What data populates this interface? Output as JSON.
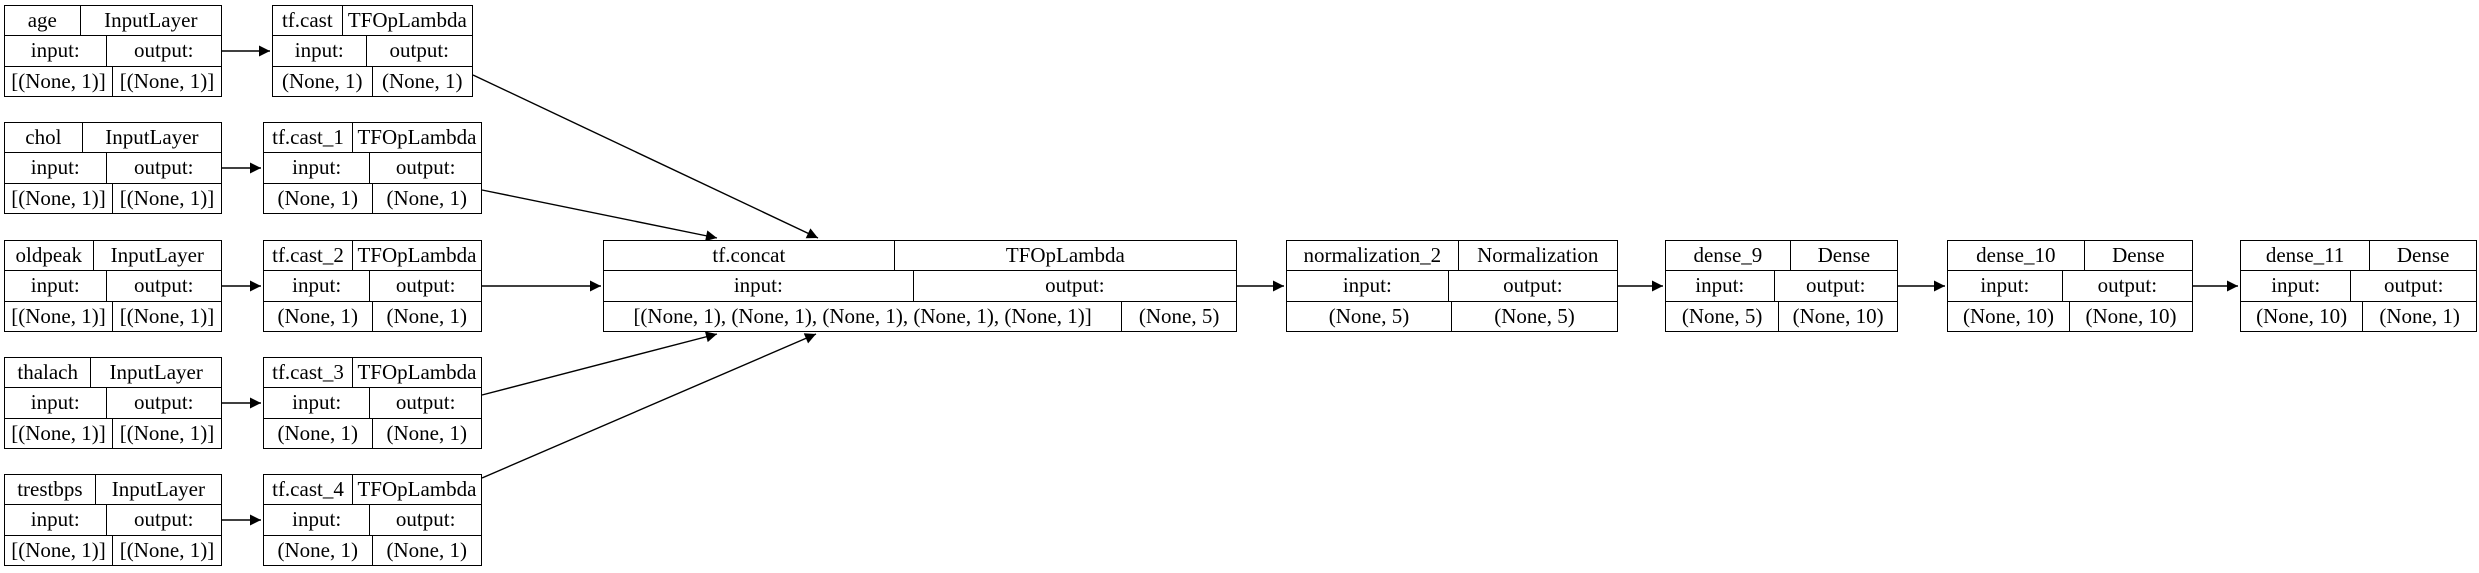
{
  "diagram": {
    "kind": "keras-model-plot",
    "colors": {
      "background": "#ffffff",
      "border": "#000000",
      "text": "#000000"
    },
    "nodes": [
      {
        "id": "age",
        "name": "age",
        "type": "InputLayer",
        "input_label": "input:",
        "output_label": "output:",
        "input_shape": "[(None, 1)]",
        "output_shape": "[(None, 1)]"
      },
      {
        "id": "tf.cast",
        "name": "tf.cast",
        "type": "TFOpLambda",
        "input_label": "input:",
        "output_label": "output:",
        "input_shape": "(None, 1)",
        "output_shape": "(None, 1)"
      },
      {
        "id": "chol",
        "name": "chol",
        "type": "InputLayer",
        "input_label": "input:",
        "output_label": "output:",
        "input_shape": "[(None, 1)]",
        "output_shape": "[(None, 1)]"
      },
      {
        "id": "tf.cast_1",
        "name": "tf.cast_1",
        "type": "TFOpLambda",
        "input_label": "input:",
        "output_label": "output:",
        "input_shape": "(None, 1)",
        "output_shape": "(None, 1)"
      },
      {
        "id": "oldpeak",
        "name": "oldpeak",
        "type": "InputLayer",
        "input_label": "input:",
        "output_label": "output:",
        "input_shape": "[(None, 1)]",
        "output_shape": "[(None, 1)]"
      },
      {
        "id": "tf.cast_2",
        "name": "tf.cast_2",
        "type": "TFOpLambda",
        "input_label": "input:",
        "output_label": "output:",
        "input_shape": "(None, 1)",
        "output_shape": "(None, 1)"
      },
      {
        "id": "thalach",
        "name": "thalach",
        "type": "InputLayer",
        "input_label": "input:",
        "output_label": "output:",
        "input_shape": "[(None, 1)]",
        "output_shape": "[(None, 1)]"
      },
      {
        "id": "tf.cast_3",
        "name": "tf.cast_3",
        "type": "TFOpLambda",
        "input_label": "input:",
        "output_label": "output:",
        "input_shape": "(None, 1)",
        "output_shape": "(None, 1)"
      },
      {
        "id": "trestbps",
        "name": "trestbps",
        "type": "InputLayer",
        "input_label": "input:",
        "output_label": "output:",
        "input_shape": "[(None, 1)]",
        "output_shape": "[(None, 1)]"
      },
      {
        "id": "tf.cast_4",
        "name": "tf.cast_4",
        "type": "TFOpLambda",
        "input_label": "input:",
        "output_label": "output:",
        "input_shape": "(None, 1)",
        "output_shape": "(None, 1)"
      },
      {
        "id": "tf.concat",
        "name": "tf.concat",
        "type": "TFOpLambda",
        "input_label": "input:",
        "output_label": "output:",
        "input_shape": "[(None, 1), (None, 1), (None, 1), (None, 1), (None, 1)]",
        "output_shape": "(None, 5)"
      },
      {
        "id": "normalization_2",
        "name": "normalization_2",
        "type": "Normalization",
        "input_label": "input:",
        "output_label": "output:",
        "input_shape": "(None, 5)",
        "output_shape": "(None, 5)"
      },
      {
        "id": "dense_9",
        "name": "dense_9",
        "type": "Dense",
        "input_label": "input:",
        "output_label": "output:",
        "input_shape": "(None, 5)",
        "output_shape": "(None, 10)"
      },
      {
        "id": "dense_10",
        "name": "dense_10",
        "type": "Dense",
        "input_label": "input:",
        "output_label": "output:",
        "input_shape": "(None, 10)",
        "output_shape": "(None, 10)"
      },
      {
        "id": "dense_11",
        "name": "dense_11",
        "type": "Dense",
        "input_label": "input:",
        "output_label": "output:",
        "input_shape": "(None, 10)",
        "output_shape": "(None, 1)"
      }
    ],
    "edges": [
      {
        "from": "age",
        "to": "tf.cast"
      },
      {
        "from": "chol",
        "to": "tf.cast_1"
      },
      {
        "from": "oldpeak",
        "to": "tf.cast_2"
      },
      {
        "from": "thalach",
        "to": "tf.cast_3"
      },
      {
        "from": "trestbps",
        "to": "tf.cast_4"
      },
      {
        "from": "tf.cast",
        "to": "tf.concat"
      },
      {
        "from": "tf.cast_1",
        "to": "tf.concat"
      },
      {
        "from": "tf.cast_2",
        "to": "tf.concat"
      },
      {
        "from": "tf.cast_3",
        "to": "tf.concat"
      },
      {
        "from": "tf.cast_4",
        "to": "tf.concat"
      },
      {
        "from": "tf.concat",
        "to": "normalization_2"
      },
      {
        "from": "normalization_2",
        "to": "dense_9"
      },
      {
        "from": "dense_9",
        "to": "dense_10"
      },
      {
        "from": "dense_10",
        "to": "dense_11"
      }
    ]
  }
}
